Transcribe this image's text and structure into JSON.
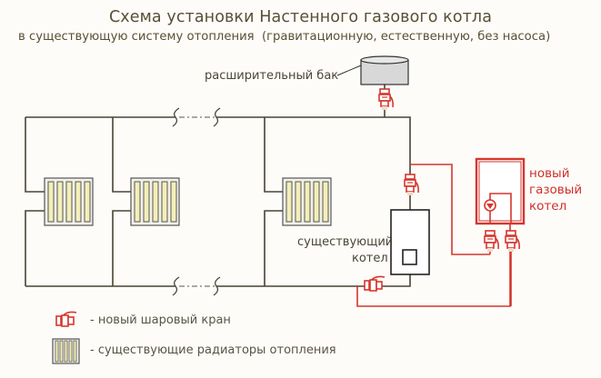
{
  "title": "Схема установки Настенного газового котла",
  "subtitle": "в существующую систему отопления  (гравитационную, естественную, без насоса)",
  "labels": {
    "expansion_tank": "расширительный бак",
    "existing_boiler_line1": "существующий",
    "existing_boiler_line2": "котел",
    "new_boiler_line1": "новый",
    "new_boiler_line2": "газовый",
    "new_boiler_line3": "котел"
  },
  "legend": [
    {
      "icon": "ball-valve-icon",
      "text": "- новый шаровый кран"
    },
    {
      "icon": "radiator-icon",
      "text": "- существующие радиаторы отопления"
    }
  ],
  "colors": {
    "pipe_existing": "#4a4433",
    "pipe_new": "#d5362e",
    "radiator_fin": "#f4efb8",
    "tank_fill": "#d8d8d8",
    "title_text": "#5a4f35",
    "new_label": "#d0302a"
  },
  "components": {
    "radiators_count": 3,
    "radiator_sections": 5,
    "new_valves_count": 5
  }
}
